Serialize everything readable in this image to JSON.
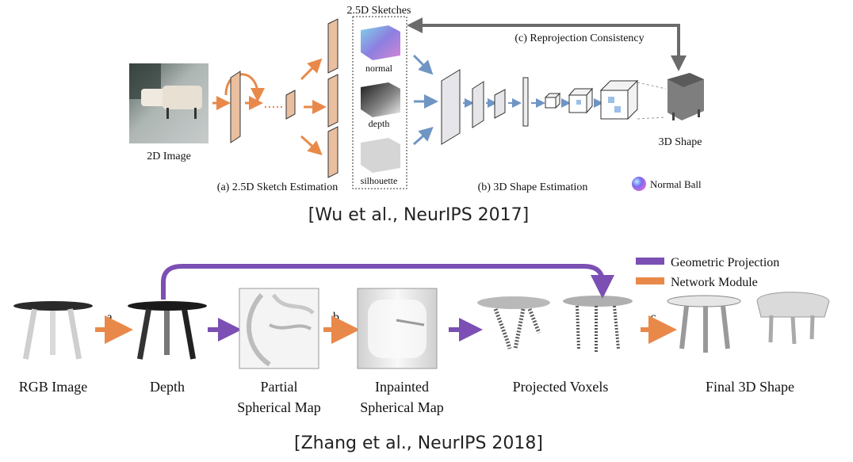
{
  "figure1": {
    "image_label": "2D Image",
    "sketches_title": "2.5D Sketches",
    "sketch_normal": "normal",
    "sketch_depth": "depth",
    "sketch_silhouette": "silhouette",
    "stage_a": "(a) 2.5D Sketch Estimation",
    "stage_b": "(b) 3D Shape Estimation",
    "stage_c": "(c) Reprojection Consistency",
    "shape_label": "3D Shape",
    "legend_normal_ball": "Normal Ball",
    "citation": "[Wu et al., NeurIPS 2017]"
  },
  "figure2": {
    "rgb_label": "RGB Image",
    "depth_label": "Depth",
    "partial_line1": "Partial",
    "partial_line2": "Spherical Map",
    "inpainted_line1": "Inpainted",
    "inpainted_line2": "Spherical Map",
    "voxels_label": "Projected Voxels",
    "final_label": "Final 3D Shape",
    "step_a": "a",
    "step_b": "b",
    "step_c": "c",
    "legend_geometric": "Geometric Projection",
    "legend_network": "Network Module",
    "citation": "[Zhang et al., NeurIPS 2018]"
  },
  "colors": {
    "orange": "#e8894a",
    "purple": "#7b4fb3",
    "blue_arrow": "#6f95c4",
    "gray_arrow": "#6b6b6b"
  }
}
